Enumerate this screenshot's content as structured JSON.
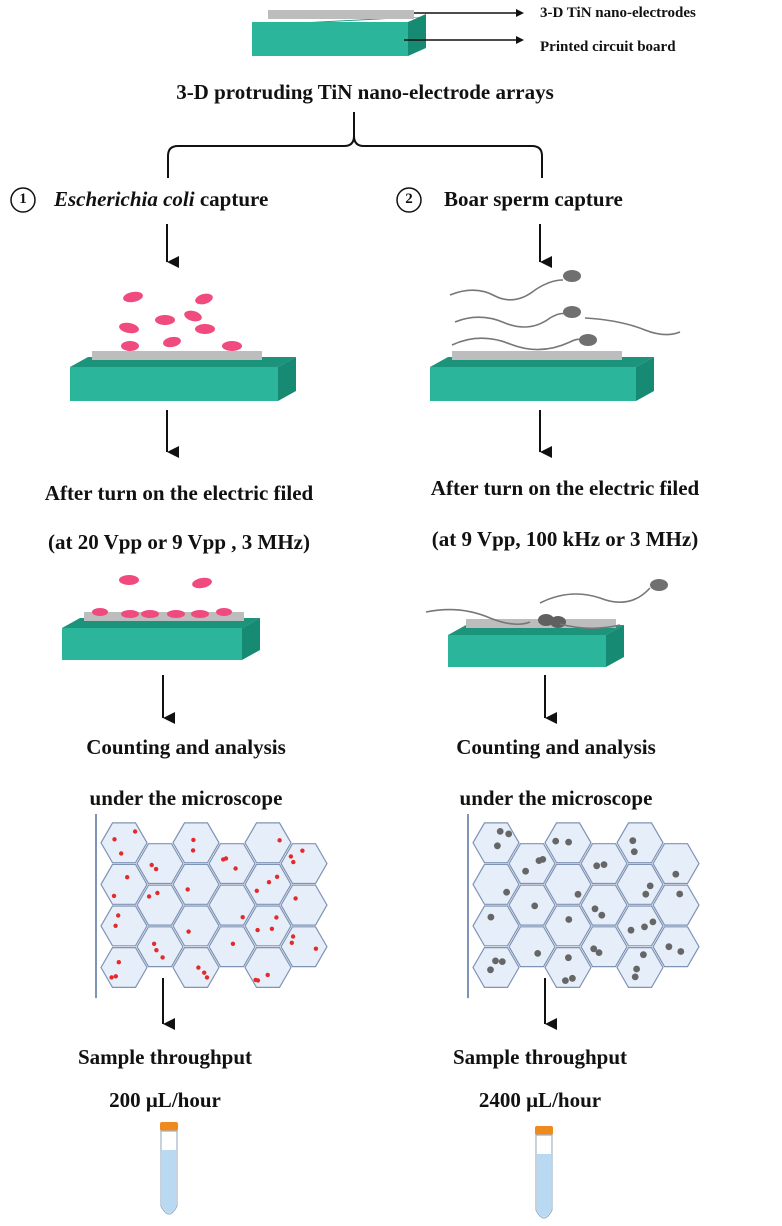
{
  "colors": {
    "board_top": "#2bb59b",
    "board_front": "#22a68b",
    "board_side": "#178a73",
    "electrode": "#bdbdbd",
    "ecoli": "#f04a7e",
    "sperm": "#707070",
    "hex_fill": "#e6eefa",
    "hex_stroke": "#7f93b5",
    "dot_red": "#e42a2a",
    "dot_gray": "#666666",
    "tube_cap": "#f08a1e",
    "tube_liquid": "#b9d9f2"
  },
  "top": {
    "label_electrodes": "3-D TiN nano-electrodes",
    "label_pcb": "Printed circuit board",
    "title": "3-D protruding TiN nano-electrode arrays"
  },
  "left": {
    "number": "1",
    "heading_italic": "Escherichia coli",
    "heading_rest": " capture",
    "field_line1": "After turn on the electric filed",
    "field_line2": "(at 20 Vpp or 9 Vpp , 3 MHz)",
    "count_line1": "Counting and analysis",
    "count_line2": "under the microscope",
    "throughput_label": "Sample throughput",
    "throughput_value": "200 μL/hour"
  },
  "right": {
    "number": "2",
    "heading": "Boar sperm capture",
    "field_line1": "After turn on the electric filed",
    "field_line2": "(at 9 Vpp, 100 kHz or 3 MHz)",
    "count_line1": "Counting and analysis",
    "count_line2": "under the microscope",
    "throughput_label": "Sample throughput",
    "throughput_value": "2400 μL/hour"
  }
}
